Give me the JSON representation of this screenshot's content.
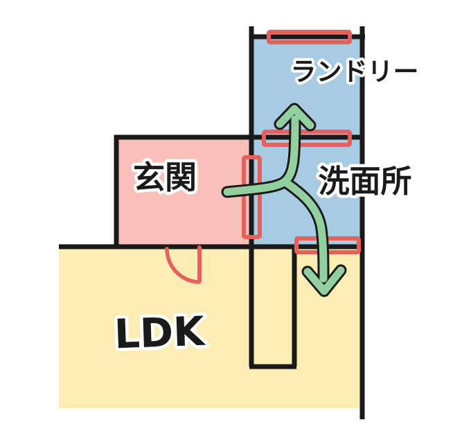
{
  "diagram": {
    "type": "floor-plan",
    "rooms": [
      {
        "id": "laundry",
        "label": "ランドリー",
        "color": "#A6CBE2"
      },
      {
        "id": "washroom",
        "label": "洗面所",
        "color": "#A6CBE2"
      },
      {
        "id": "entrance",
        "label": "玄関",
        "color": "#F8C0B8"
      },
      {
        "id": "ldk",
        "label": "LDK",
        "color": "#FBEDB4"
      }
    ],
    "colors": {
      "wall": "#1a1a1a",
      "door_marker_red": "#E8605C",
      "arrow_green": "#93D09F",
      "arrow_outline": "#1a1a1a",
      "room_blue": "#A6CBE2",
      "room_pink": "#F8C0B8",
      "room_yellow": "#FBEDB4",
      "background": "#ffffff"
    },
    "door_openings": [
      {
        "id": "laundry-exterior-door",
        "between": "laundry / outside"
      },
      {
        "id": "laundry-washroom-door",
        "between": "laundry / washroom"
      },
      {
        "id": "entrance-washroom-door",
        "between": "entrance / washroom"
      },
      {
        "id": "washroom-ldk-door",
        "between": "washroom / ldk"
      },
      {
        "id": "entrance-ldk-door-swing",
        "between": "entrance / ldk"
      }
    ],
    "flow_arrow": {
      "description": "green arrow from entrance forking up to laundry and down to LDK",
      "from": "entrance",
      "to": [
        "laundry",
        "ldk"
      ]
    }
  }
}
